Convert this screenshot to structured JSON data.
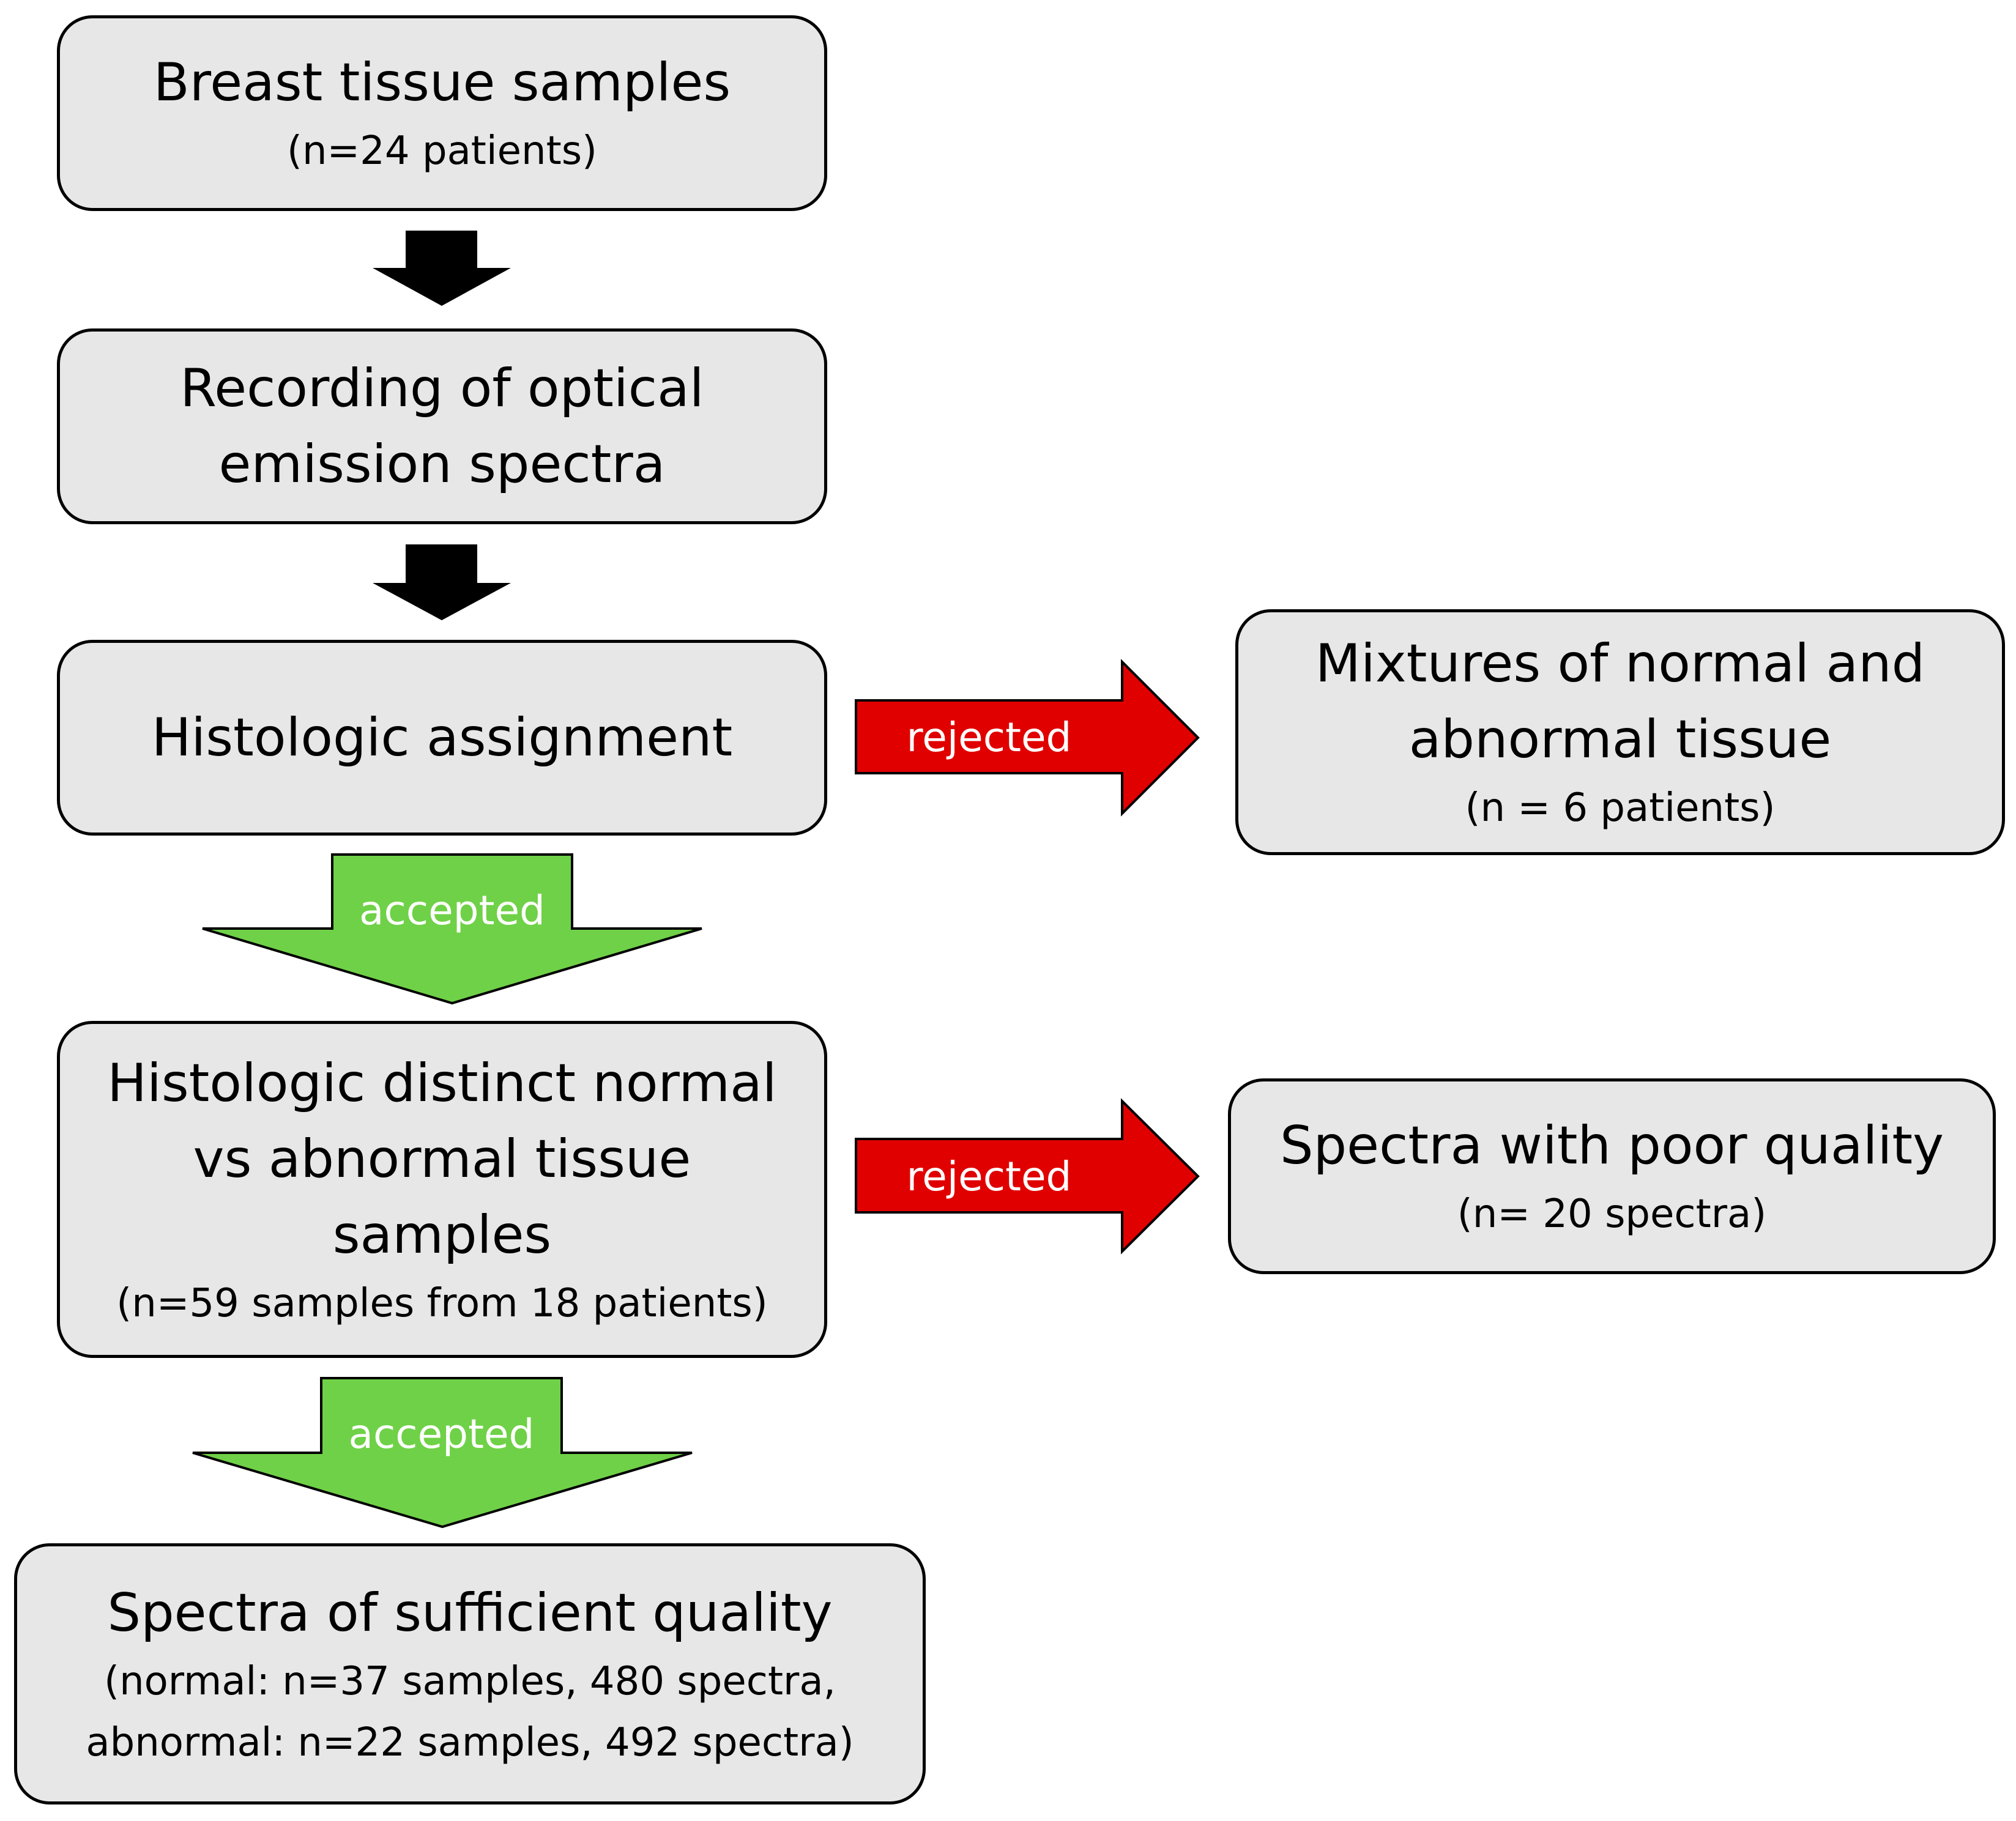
{
  "colors": {
    "box_fill": "#e7e7e7",
    "box_border": "#000000",
    "step_arrow": "#000000",
    "accepted_arrow": "#6fd147",
    "rejected_arrow": "#e00000",
    "arrow_label": "#ffffff"
  },
  "boxes": {
    "samples": {
      "title": "Breast tissue samples",
      "sub": "(n=24 patients)"
    },
    "recording": {
      "line1": "Recording of optical",
      "line2": "emission spectra"
    },
    "assignment": {
      "title": "Histologic assignment"
    },
    "mixtures": {
      "line1": "Mixtures of normal and",
      "line2": "abnormal tissue",
      "sub": "(n = 6 patients)"
    },
    "distinct": {
      "line1": "Histologic distinct normal",
      "line2": "vs abnormal tissue",
      "line3": "samples",
      "sub": "(n=59 samples from 18 patients)"
    },
    "poor": {
      "title": "Spectra with poor quality",
      "sub": "(n= 20 spectra)"
    },
    "sufficient": {
      "title": "Spectra of sufficient quality",
      "sub1": "(normal: n=37 samples, 480 spectra,",
      "sub2": "abnormal: n=22 samples, 492 spectra)"
    }
  },
  "arrows": {
    "accepted_1": "accepted",
    "accepted_2": "accepted",
    "rejected_1": "rejected",
    "rejected_2": "rejected"
  }
}
